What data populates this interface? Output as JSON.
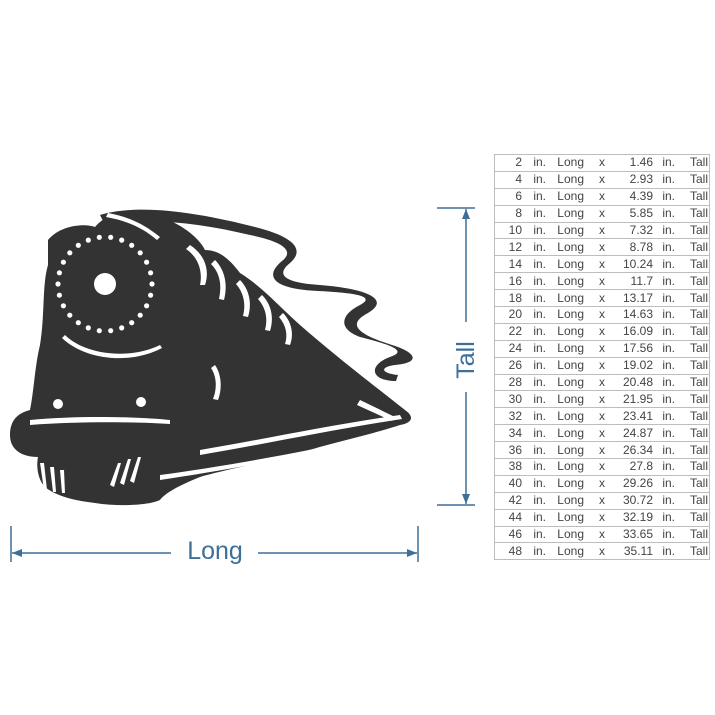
{
  "illustration": {
    "subject": "steam locomotive silhouette",
    "fill_color": "#333333"
  },
  "dimensions": {
    "width_label": "Long",
    "height_label": "Tall",
    "line_color": "#3e6f99"
  },
  "size_table": {
    "unit": "in.",
    "width_word": "Long",
    "separator": "x",
    "height_word": "Tall",
    "rows": [
      {
        "long": "2",
        "tall": "1.46"
      },
      {
        "long": "4",
        "tall": "2.93"
      },
      {
        "long": "6",
        "tall": "4.39"
      },
      {
        "long": "8",
        "tall": "5.85"
      },
      {
        "long": "10",
        "tall": "7.32"
      },
      {
        "long": "12",
        "tall": "8.78"
      },
      {
        "long": "14",
        "tall": "10.24"
      },
      {
        "long": "16",
        "tall": "11.7"
      },
      {
        "long": "18",
        "tall": "13.17"
      },
      {
        "long": "20",
        "tall": "14.63"
      },
      {
        "long": "22",
        "tall": "16.09"
      },
      {
        "long": "24",
        "tall": "17.56"
      },
      {
        "long": "26",
        "tall": "19.02"
      },
      {
        "long": "28",
        "tall": "20.48"
      },
      {
        "long": "30",
        "tall": "21.95"
      },
      {
        "long": "32",
        "tall": "23.41"
      },
      {
        "long": "34",
        "tall": "24.87"
      },
      {
        "long": "36",
        "tall": "26.34"
      },
      {
        "long": "38",
        "tall": "27.8"
      },
      {
        "long": "40",
        "tall": "29.26"
      },
      {
        "long": "42",
        "tall": "30.72"
      },
      {
        "long": "44",
        "tall": "32.19"
      },
      {
        "long": "46",
        "tall": "33.65"
      },
      {
        "long": "48",
        "tall": "35.11"
      }
    ]
  }
}
